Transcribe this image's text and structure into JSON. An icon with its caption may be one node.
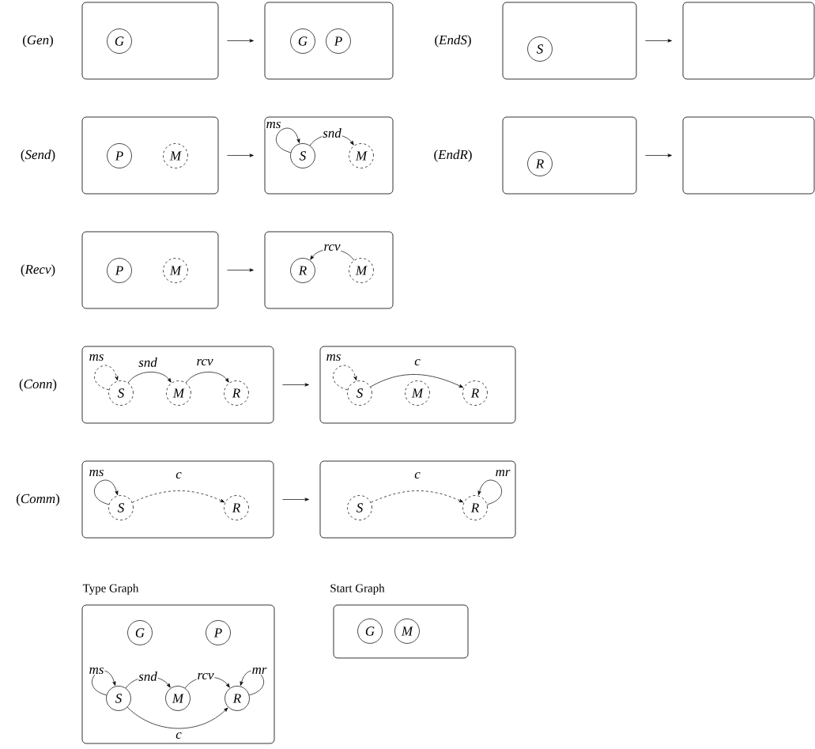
{
  "diagram": {
    "nodes": [
      {
        "text": [],
        "shape": "box",
        "beside": [
          "(*Gen*)"
        ]
      },
      {
        "text": [
          "G"
        ],
        "in": 0
      },
      {
        "text": [],
        "shape": "box"
      },
      {
        "text": [
          "G"
        ],
        "in": 2
      },
      {
        "text": [
          "P"
        ],
        "in": 2
      },
      {
        "text": [],
        "shape": "box",
        "beside": [
          "(*EndS*)"
        ]
      },
      {
        "text": [
          "S"
        ],
        "in": 5
      },
      {
        "text": [],
        "shape": "box"
      },
      {
        "text": [],
        "shape": "box",
        "beside": [
          "(*Send*)"
        ]
      },
      {
        "text": [
          "P"
        ],
        "in": 8
      },
      {
        "text": [
          "M"
        ],
        "in": 8
      },
      {
        "text": [],
        "shape": "box"
      },
      {
        "text": [
          "S"
        ],
        "in": 11
      },
      {
        "text": [
          "M"
        ],
        "in": 11
      },
      {
        "text": [],
        "shape": "box",
        "beside": [
          "(*EndR*)"
        ]
      },
      {
        "text": [
          "R"
        ],
        "in": 14
      },
      {
        "text": [],
        "shape": "box"
      },
      {
        "text": [],
        "shape": "box",
        "beside": [
          "(*Recv*)"
        ]
      },
      {
        "text": [
          "P"
        ],
        "in": 17
      },
      {
        "text": [
          "M"
        ],
        "in": 17
      },
      {
        "text": [],
        "shape": "box"
      },
      {
        "text": [
          "R"
        ],
        "in": 20
      },
      {
        "text": [
          "M"
        ],
        "in": 20
      },
      {
        "text": [],
        "shape": "box",
        "beside": [
          "(*Conn*)"
        ]
      },
      {
        "text": [
          "S"
        ],
        "in": 23
      },
      {
        "text": [
          "M"
        ],
        "in": 23
      },
      {
        "text": [
          "R"
        ],
        "in": 23
      },
      {
        "text": [],
        "shape": "box"
      },
      {
        "text": [
          "S"
        ],
        "in": 27
      },
      {
        "text": [
          "M"
        ],
        "in": 27
      },
      {
        "text": [
          "R"
        ],
        "in": 27
      },
      {
        "text": [],
        "shape": "box",
        "beside": [
          "(*Comm*)"
        ]
      },
      {
        "text": [
          "S"
        ],
        "in": 31
      },
      {
        "text": [
          "R"
        ],
        "in": 31
      },
      {
        "text": [],
        "shape": "box"
      },
      {
        "text": [
          "S"
        ],
        "in": 34
      },
      {
        "text": [
          "R"
        ],
        "in": 34
      },
      {
        "text": [
          "Type Graph"
        ]
      },
      {
        "text": [
          "G"
        ],
        "in": 37
      },
      {
        "text": [
          "P"
        ],
        "in": 37
      },
      {
        "text": [
          "S"
        ],
        "in": 37
      },
      {
        "text": [
          "M"
        ],
        "in": 37
      },
      {
        "text": [
          "R"
        ],
        "in": 37
      },
      {
        "text": [
          "Start Graph"
        ]
      },
      {
        "text": [
          "G"
        ],
        "in": 43
      },
      {
        "text": [
          "M"
        ],
        "in": 43
      }
    ],
    "edges": [
      {
        "from": 0,
        "to": 2,
        "arrow": "to"
      },
      {
        "from": 5,
        "to": 7,
        "arrow": "to"
      },
      {
        "from": 8,
        "to": 11,
        "arrow": "to"
      },
      {
        "from": 12,
        "to": 12,
        "arrow": "to",
        "label": "ms"
      },
      {
        "from": 12,
        "to": 13,
        "arrow": "to",
        "label": "snd"
      },
      {
        "from": 14,
        "to": 16,
        "arrow": "to"
      },
      {
        "from": 17,
        "to": 20,
        "arrow": "to"
      },
      {
        "from": 22,
        "to": 21,
        "arrow": "to",
        "label": "rcv"
      },
      {
        "from": 23,
        "to": 27,
        "arrow": "to"
      },
      {
        "from": 24,
        "to": 24,
        "arrow": "to",
        "label": "ms",
        "style": "dashed"
      },
      {
        "from": 24,
        "to": 25,
        "arrow": "to",
        "label": "snd"
      },
      {
        "from": 25,
        "to": 26,
        "arrow": "to",
        "label": "rcv"
      },
      {
        "from": 28,
        "to": 28,
        "arrow": "to",
        "label": "ms",
        "style": "dashed"
      },
      {
        "from": 28,
        "to": 30,
        "arrow": "to",
        "label": "c"
      },
      {
        "from": 31,
        "to": 34,
        "arrow": "to"
      },
      {
        "from": 32,
        "to": 32,
        "arrow": "to",
        "label": "ms"
      },
      {
        "from": 32,
        "to": 33,
        "arrow": "to",
        "label": "c",
        "style": "dashed"
      },
      {
        "from": 35,
        "to": 36,
        "arrow": "to",
        "label": "c",
        "style": "dashed"
      },
      {
        "from": 36,
        "to": 36,
        "arrow": "to",
        "label": "mr"
      },
      {
        "from": 40,
        "to": 40,
        "arrow": "to",
        "label": "ms"
      },
      {
        "from": 40,
        "to": 41,
        "arrow": "to",
        "label": "snd"
      },
      {
        "from": 41,
        "to": 42,
        "arrow": "to",
        "label": "rcv"
      },
      {
        "from": 42,
        "to": 42,
        "arrow": "to",
        "label": "mr"
      },
      {
        "from": 40,
        "to": 42,
        "arrow": "to",
        "label": "c"
      }
    ]
  }
}
